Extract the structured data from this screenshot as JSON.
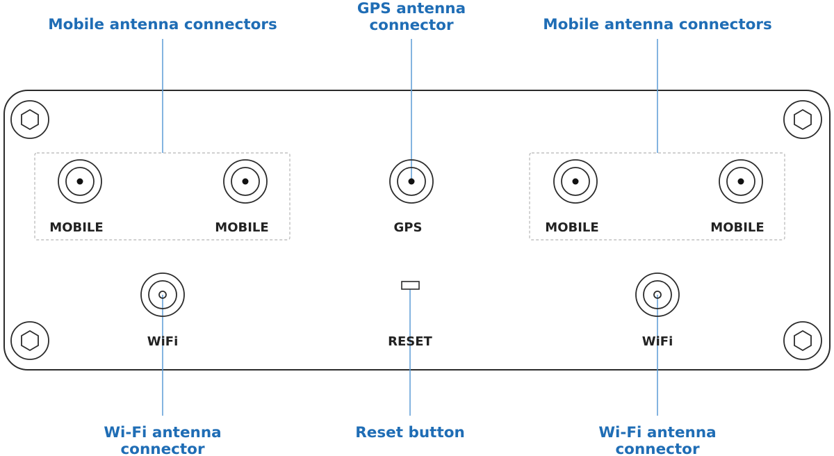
{
  "callouts": {
    "mobile_left": "Mobile antenna connectors",
    "gps_line1": "GPS antenna",
    "gps_line2": "connector",
    "mobile_right": "Mobile antenna connectors",
    "wifi_left_line1": "Wi-Fi antenna",
    "wifi_left_line2": "connector",
    "reset": "Reset button",
    "wifi_right_line1": "Wi-Fi antenna",
    "wifi_right_line2": "connector"
  },
  "ports": {
    "mobile_1": "MOBILE",
    "mobile_2": "MOBILE",
    "gps": "GPS",
    "mobile_3": "MOBILE",
    "mobile_4": "MOBILE",
    "wifi_left": "WiFi",
    "reset": "RESET",
    "wifi_right": "WiFi"
  },
  "colors": {
    "callout_text": "#1f6db5",
    "leader_line": "#5b9bd5",
    "outline": "#2b2b2b"
  }
}
